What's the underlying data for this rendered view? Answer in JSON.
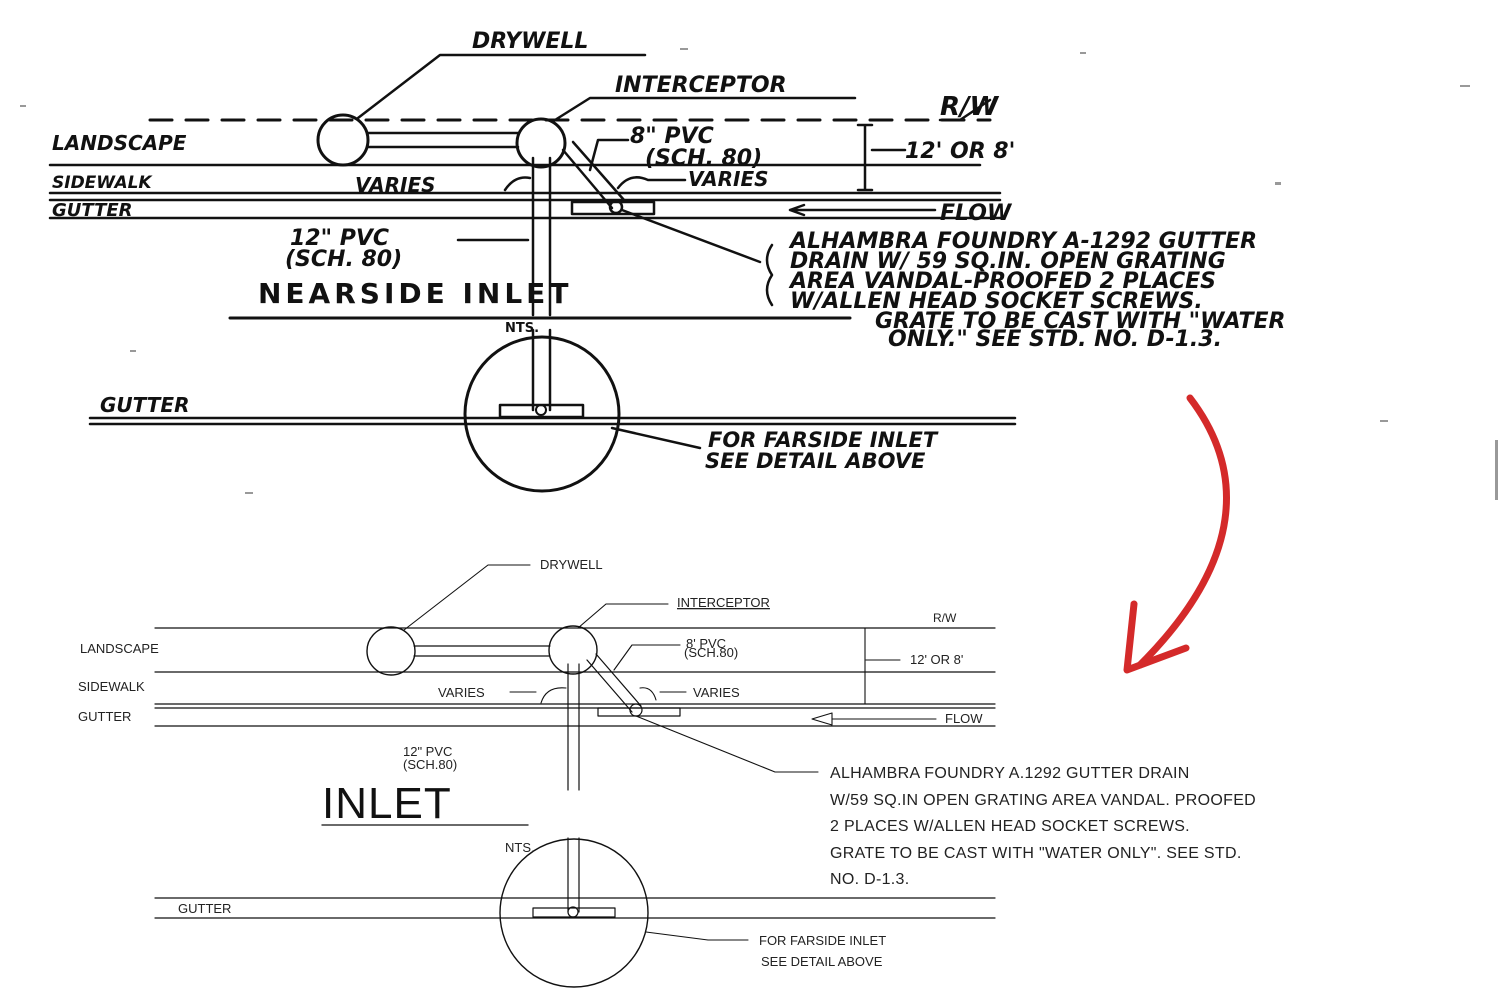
{
  "sketch": {
    "labels": {
      "drywell": "DRYWELL",
      "interceptor": "INTERCEPTOR",
      "rw": "R/W",
      "landscape": "LANDSCAPE",
      "sidewalk": "SIDEWALK",
      "gutter": "GUTTER",
      "pvc8_line1": "8\" PVC",
      "pvc8_line2": "(SCH. 80)",
      "dim": "12' OR 8'",
      "varies_left": "VARIES",
      "varies_right": "VARIES",
      "flow": "FLOW",
      "pvc12_line1": "12\" PVC",
      "pvc12_line2": "(SCH. 80)",
      "title": "NEARSIDE INLET",
      "nts": "NTS.",
      "gutter_lower": "GUTTER",
      "note": [
        "ALHAMBRA FOUNDRY A-1292 GUTTER",
        "DRAIN W/ 59 SQ.IN. OPEN GRATING",
        "AREA VANDAL-PROOFED 2 PLACES",
        "W/ALLEN HEAD SOCKET SCREWS.",
        "GRATE TO BE CAST WITH \"WATER",
        "ONLY.\" SEE STD. NO. D-1.3."
      ],
      "farside": [
        "FOR FARSIDE INLET",
        "SEE DETAIL ABOVE"
      ]
    }
  },
  "cad": {
    "labels": {
      "drywell": "DRYWELL",
      "interceptor": "INTERCEPTOR",
      "rw": "R/W",
      "landscape": "LANDSCAPE",
      "sidewalk": "SIDEWALK",
      "gutter": "GUTTER",
      "pvc8_line1": "8' PVC",
      "pvc8_line2": "(SCH.80)",
      "dim": "12' OR 8'",
      "varies_left": "VARIES",
      "varies_right": "VARIES",
      "flow": "FLOW",
      "pvc12_line1": "12\" PVC",
      "pvc12_line2": "(SCH.80)",
      "title": "INLET",
      "nts": "NTS.",
      "gutter_lower": "GUTTER",
      "note": [
        "ALHAMBRA FOUNDRY A.1292 GUTTER DRAIN",
        "W/59 SQ.IN OPEN GRATING AREA VANDAL. PROOFED",
        "2 PLACES W/ALLEN HEAD SOCKET SCREWS.",
        "GRATE TO BE CAST WITH \"WATER ONLY\". SEE STD.",
        "NO. D-1.3."
      ],
      "farside": [
        "FOR FARSIDE INLET",
        "SEE DETAIL ABOVE"
      ]
    }
  },
  "colors": {
    "ink": "#111111",
    "arrow": "#d42a2a",
    "background": "#ffffff"
  }
}
